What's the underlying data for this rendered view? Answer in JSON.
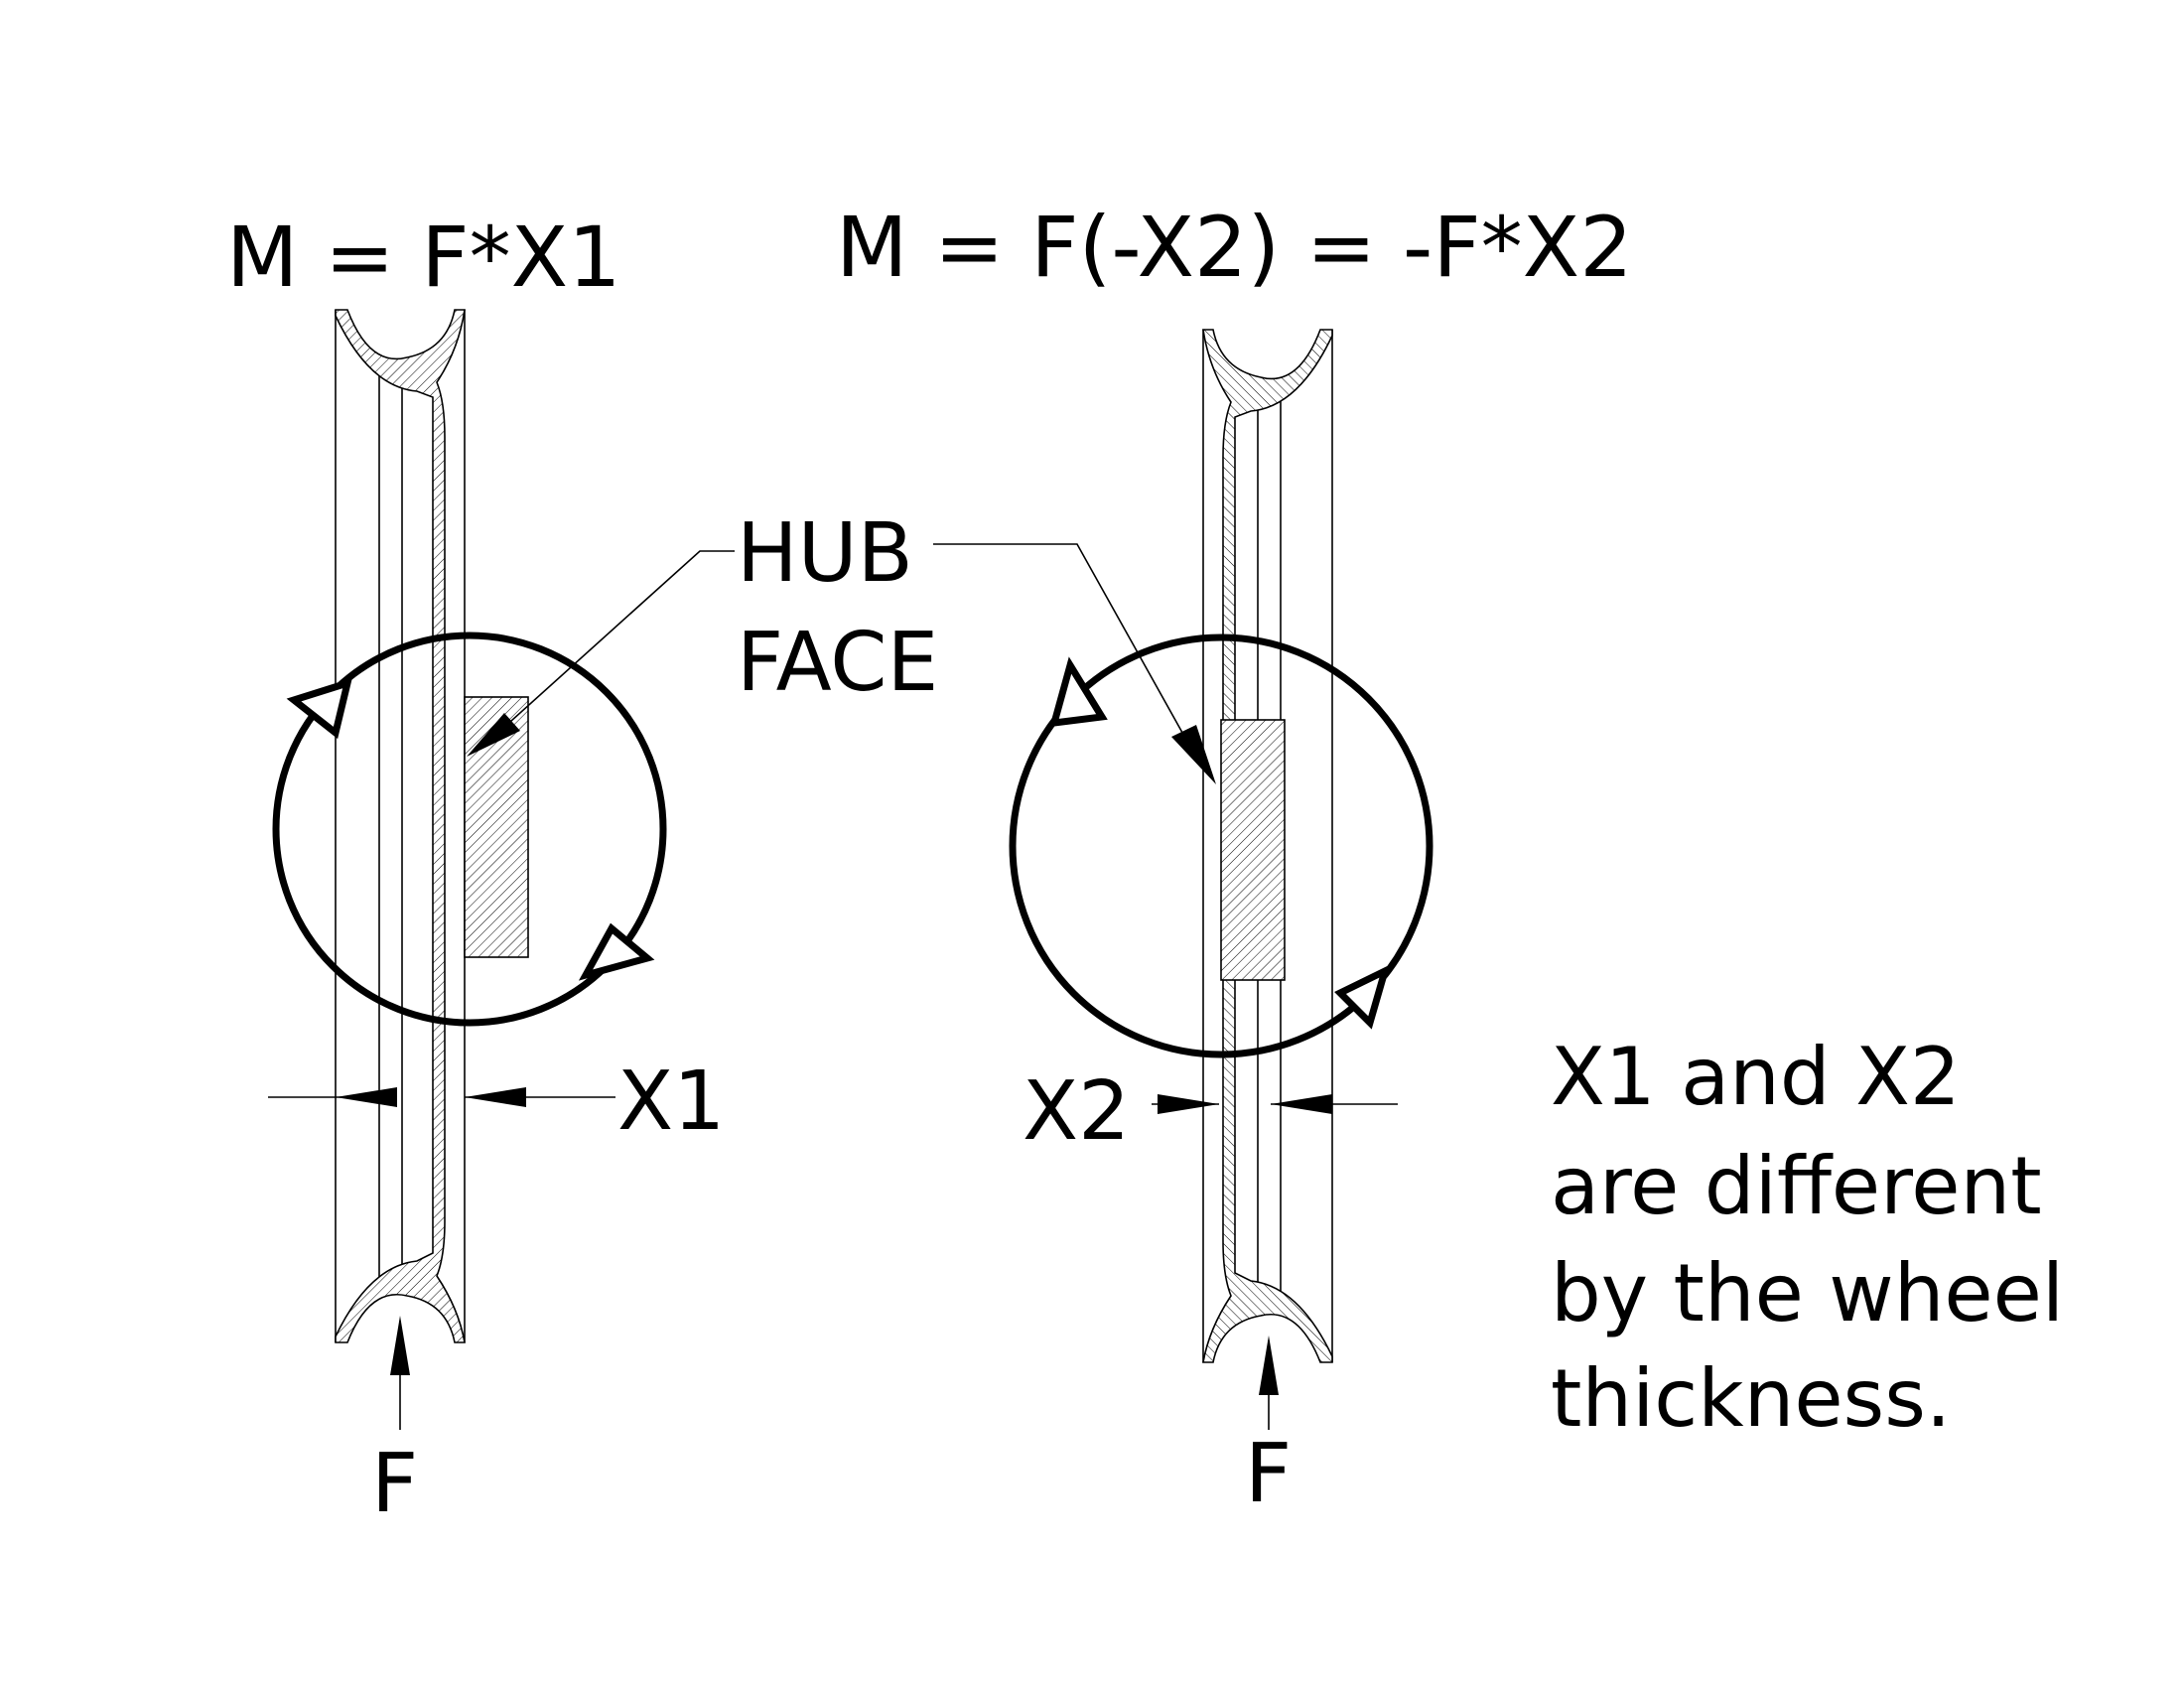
{
  "left": {
    "equation": "M = F*X1",
    "dimension_label": "X1",
    "force_label": "F"
  },
  "right": {
    "equation": "M = F(-X2) = -F*X2",
    "dimension_label": "X2",
    "force_label": "F"
  },
  "callout": {
    "line1": "HUB",
    "line2": "FACE"
  },
  "note": {
    "lines": [
      "X1 and X2",
      "are different",
      "by the wheel",
      "thickness."
    ]
  },
  "colors": {
    "ink": "#000000",
    "background": "#ffffff"
  }
}
